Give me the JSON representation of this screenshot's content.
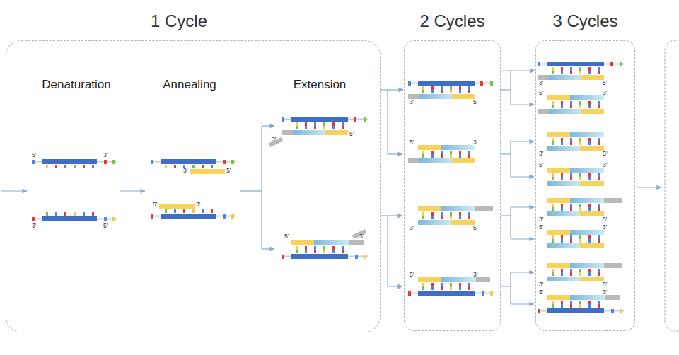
{
  "diagram": {
    "nodes": [
      {
        "text": [
          "1 Cycle"
        ]
      },
      {
        "text": [
          "2 Cycles"
        ]
      },
      {
        "text": [
          "3 Cycles"
        ]
      }
    ],
    "edges": [
      {
        "from": 0,
        "to": 1,
        "arrow": "to"
      },
      {
        "from": 1,
        "to": 2,
        "arrow": "to"
      }
    ],
    "labels": [
      "Denaturation",
      "Annealing",
      "Extension",
      "5'",
      "3'",
      "3'",
      "5'",
      "3'",
      "5'",
      "5'",
      "3'",
      "3'",
      "5'",
      "5'",
      "3'",
      "3'",
      "5'",
      "5'",
      "3'",
      "3'",
      "5'",
      "5'",
      "3'",
      "3'",
      "5'",
      "5'",
      "3'",
      "3'",
      "5'",
      "5'",
      "3'",
      "3'",
      "5'",
      "5'",
      "3'",
      "3'",
      "5'",
      "5'",
      "3'"
    ]
  }
}
